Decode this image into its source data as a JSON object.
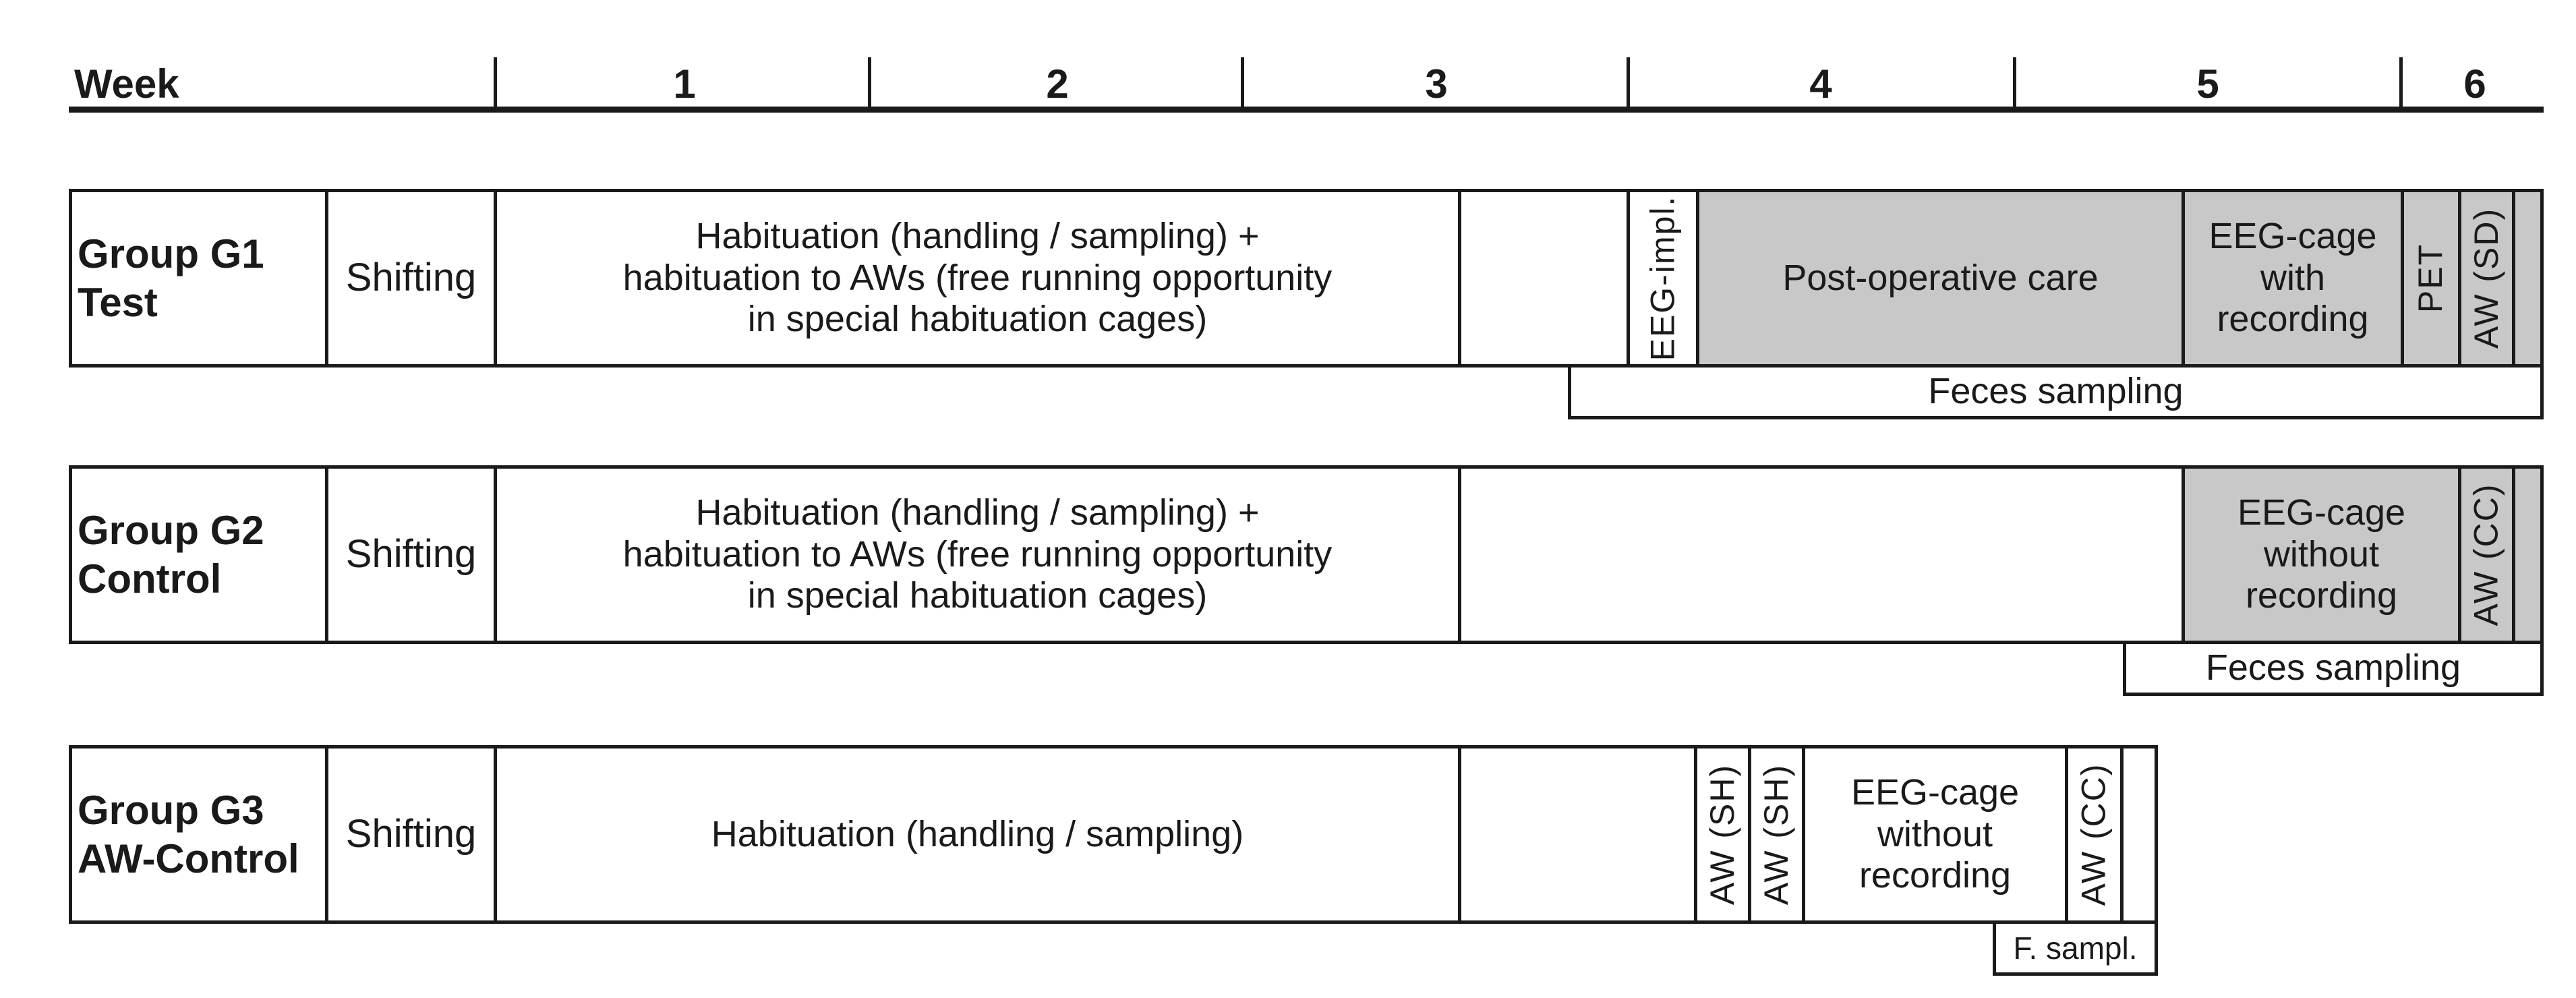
{
  "timeline": {
    "week_label": "Week",
    "weeks": [
      "1",
      "2",
      "3",
      "4",
      "5",
      "6"
    ]
  },
  "groups": [
    {
      "label": "Group G1\nTest",
      "shifting": "Shifting",
      "habituation": "Habituation (handling / sampling) +\nhabituation to AWs (free running opportunity\nin special habituation cages)",
      "eeg_impl": "EEG-impl.",
      "postop": "Post-operative care",
      "eeg_cage": "EEG-cage\nwith\nrecording",
      "pet": "PET",
      "aw": "AW (SD)",
      "feces": "Feces sampling"
    },
    {
      "label": "Group G2\nControl",
      "shifting": "Shifting",
      "habituation": "Habituation (handling / sampling) +\nhabituation to AWs (free running opportunity\nin special habituation cages)",
      "eeg_cage": "EEG-cage\nwithout\nrecording",
      "aw": "AW (CC)",
      "feces": "Feces sampling"
    },
    {
      "label": "Group G3\nAW-Control",
      "shifting": "Shifting",
      "habituation": "Habituation (handling / sampling)",
      "aw_sh_1": "AW (SH)",
      "aw_sh_2": "AW (SH)",
      "eeg_cage": "EEG-cage\nwithout\nrecording",
      "aw": "AW (CC)",
      "feces": "F. sampl."
    }
  ],
  "colors": {
    "line": "#1a1a1a",
    "shaded": "#c8c8c8"
  }
}
